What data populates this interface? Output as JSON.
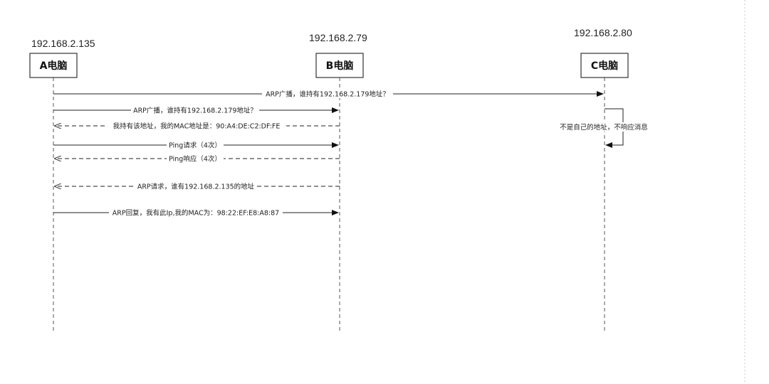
{
  "participants": [
    {
      "ip": "192.168.2.135",
      "label": "A电脑"
    },
    {
      "ip": "192.168.2.79",
      "label": "B电脑"
    },
    {
      "ip": "192.168.2.80",
      "label": "C电脑"
    }
  ],
  "messages": [
    {
      "from": 0,
      "to": 2,
      "style": "solid",
      "text": "ARP广播，谁持有192.168.2.179地址？"
    },
    {
      "from": 0,
      "to": 1,
      "style": "solid",
      "text": "ARP广播，谁持有192.168.2.179地址？"
    },
    {
      "from": 1,
      "to": 0,
      "style": "dashed",
      "text": "我持有该地址，我的MAC地址是：90:A4:DE:C2:DF:FE"
    },
    {
      "from": 0,
      "to": 1,
      "style": "solid",
      "text": "Ping请求（4次）"
    },
    {
      "from": 1,
      "to": 0,
      "style": "dashed",
      "text": "Ping响应（4次）"
    },
    {
      "from": 1,
      "to": 0,
      "style": "dashed",
      "text": "ARP请求，谁有192.168.2.135的地址"
    },
    {
      "from": 0,
      "to": 1,
      "style": "solid",
      "text": "ARP回复，我有此Ip,我的MAC为：98:22:EF:E8:A8:87"
    }
  ],
  "self_message": {
    "participant": 2,
    "text": "不是自己的地址，不响应消息"
  }
}
